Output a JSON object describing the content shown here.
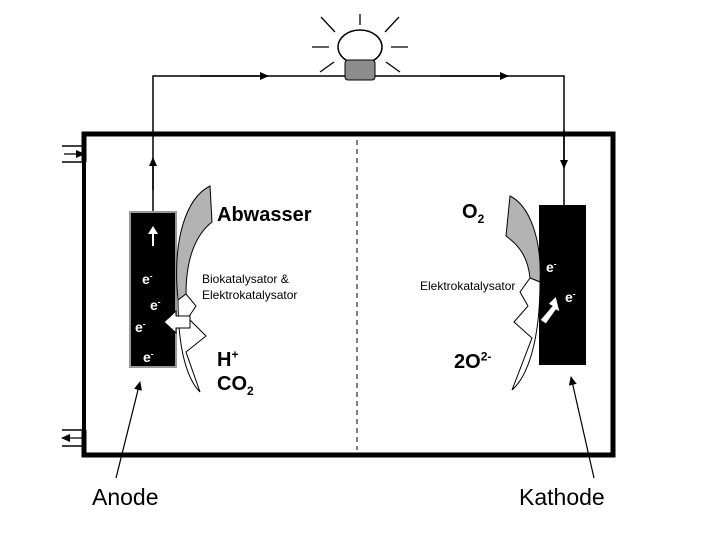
{
  "labels": {
    "abwasser": "Abwasser",
    "o2_main": "O",
    "o2_sub": "2",
    "biokatalysator": "Biokatalysator &",
    "elektrokatalysator_anode": "Elektrokatalysator",
    "elektrokatalysator_cathode": "Elektrokatalysator",
    "h_main": "H",
    "h_sup": "+",
    "co2_main": "CO",
    "co2_sub": "2",
    "oxide_main": "2O",
    "oxide_sup": "2-",
    "anode": "Anode",
    "kathode": "Kathode"
  },
  "electron": {
    "main": "e",
    "sup": "-"
  },
  "colors": {
    "line": "#000000",
    "electrode": "#000000",
    "catalyst_gray": "#b3b3b3",
    "electron_text": "#ffffff"
  }
}
